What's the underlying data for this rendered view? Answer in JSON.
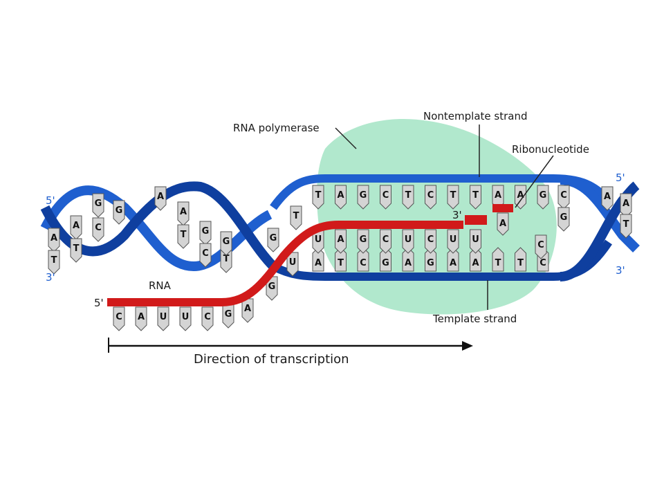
{
  "labels": {
    "rna_polymerase": "RNA polymerase",
    "nontemplate_strand": "Nontemplate strand",
    "ribonucleotide": "Ribonucleotide",
    "template_strand": "Template strand",
    "rna": "RNA",
    "direction": "Direction of transcription"
  },
  "ends": {
    "left_top": "5'",
    "left_bottom": "3'",
    "right_top": "5'",
    "right_bottom": "3'",
    "rna_start": "5'",
    "rna_end": "3'"
  },
  "sequences": {
    "left_helix_bases": [
      "A",
      "T",
      "A",
      "T",
      "G",
      "C",
      "G",
      "A",
      "A",
      "T",
      "G",
      "C",
      "T",
      "G"
    ],
    "nontemplate": [
      "T",
      "A",
      "G",
      "C",
      "T",
      "C",
      "T",
      "T",
      "A",
      "A",
      "G"
    ],
    "template": [
      "A",
      "T",
      "C",
      "G",
      "A",
      "G",
      "A",
      "A",
      "T",
      "T",
      "C"
    ],
    "rna_in_bubble": [
      "U",
      "A",
      "G",
      "C",
      "U",
      "C",
      "U",
      "U"
    ],
    "rna_tail": [
      "C",
      "A",
      "U",
      "U",
      "C",
      "G",
      "A"
    ],
    "ribonucleotide_base": "A",
    "junction_bases": [
      "G",
      "U",
      "G",
      "T"
    ],
    "right_helix_bases": [
      "C",
      "G",
      "C",
      "A",
      "A",
      "T"
    ]
  },
  "colors": {
    "dna_backbone": "#1f5fcf",
    "dna_backbone_dark": "#0f3f9f",
    "rna": "#d11a1a",
    "polymerase": "#a8e6c8",
    "base_fill": "#d4d4d4"
  }
}
